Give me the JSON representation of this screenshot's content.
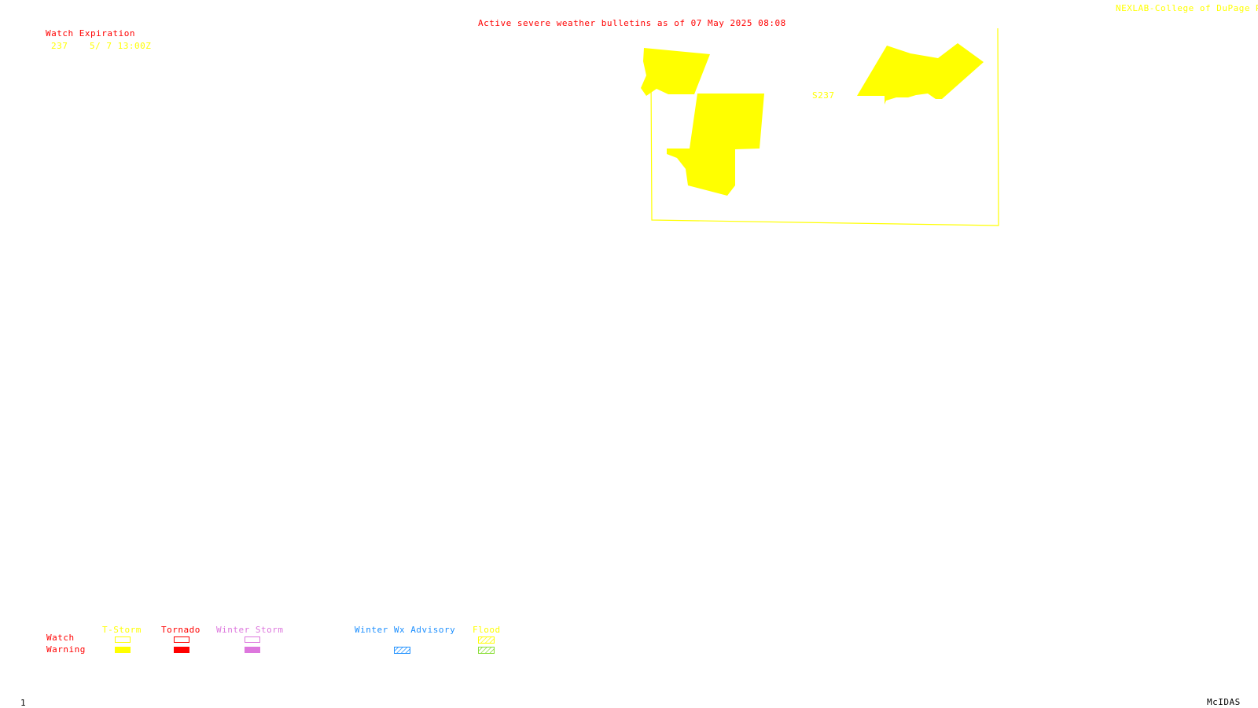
{
  "header": {
    "title": "Active severe weather bulletins as of 07 May 2025 08:08",
    "credit": "NEXLAB-College of DuPage R"
  },
  "watch_table": {
    "heading": "Watch Expiration",
    "rows": [
      {
        "id": "237",
        "expiration": "5/ 7 13:00Z"
      }
    ]
  },
  "map": {
    "watch_label": "S237",
    "fill_color": "#ffff00",
    "outline_color": "#ffff00"
  },
  "legend": {
    "row_labels": {
      "watch": "Watch",
      "warning": "Warning"
    },
    "columns": [
      {
        "label": "T-Storm",
        "color": "#ffff00",
        "watch_style": "outline",
        "warning_style": "solid"
      },
      {
        "label": "Tornado",
        "color": "#ff0000",
        "watch_style": "outline",
        "warning_style": "solid"
      },
      {
        "label": "Winter Storm",
        "color": "#dd77dd",
        "watch_style": "outline",
        "warning_style": "solid"
      },
      {
        "label": "Winter Wx Advisory",
        "color": "#1e90ff",
        "warning_style": "hatched"
      },
      {
        "label": "Flood",
        "color": "#ffff00",
        "watch_style": "hatched",
        "warning_color": "#88dd33",
        "warning_style": "hatched"
      }
    ]
  },
  "footer": {
    "frame_number": "1",
    "software": "McIDAS"
  }
}
